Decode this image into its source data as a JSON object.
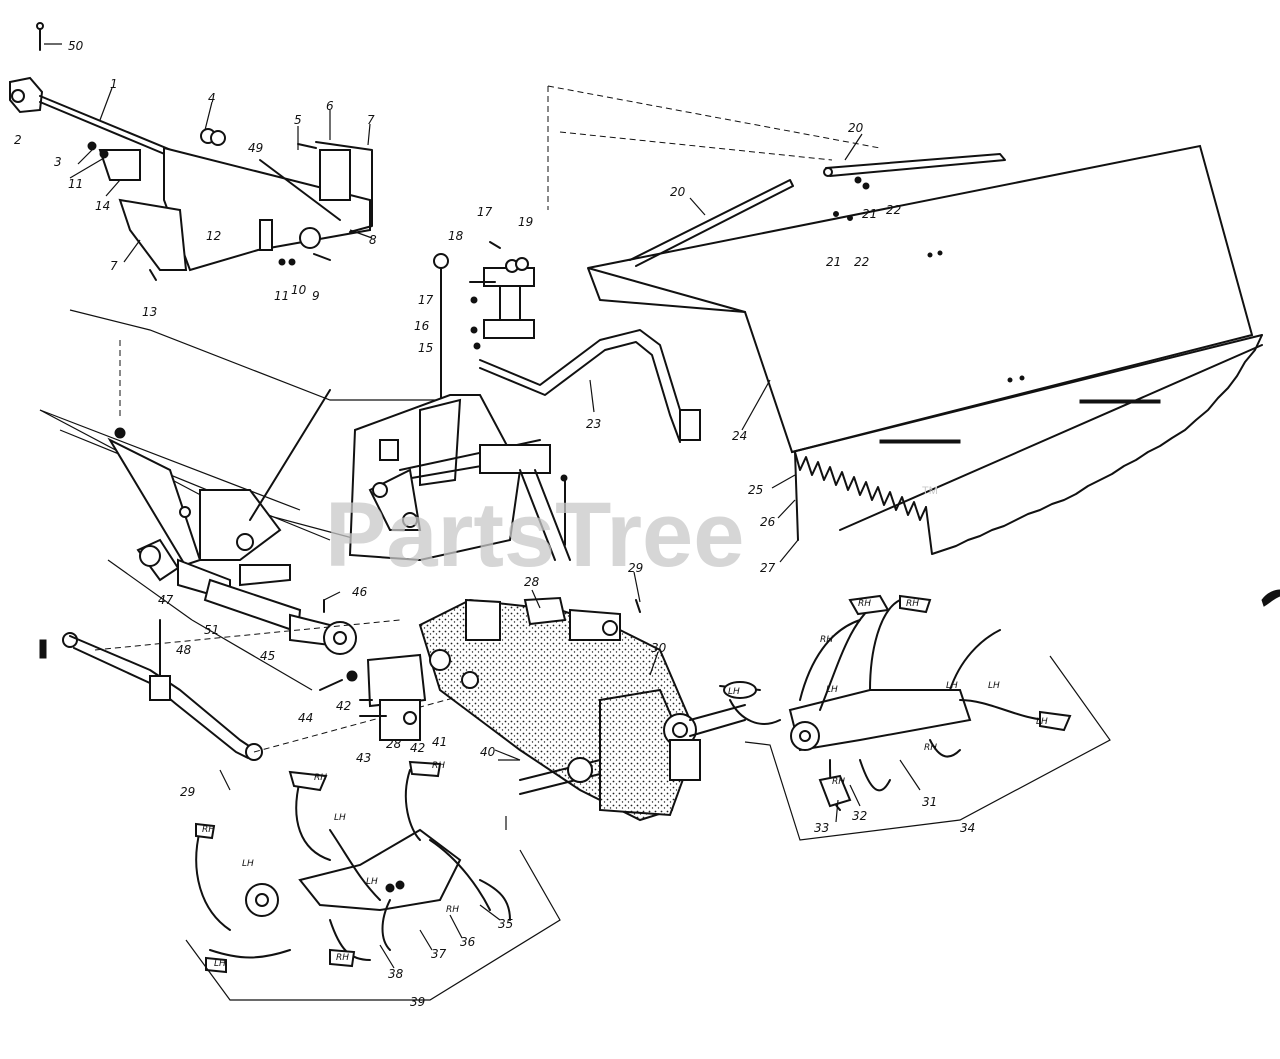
{
  "watermark": {
    "text": "PartsTree",
    "trademark": "TM"
  },
  "callouts": [
    "1",
    "2",
    "3",
    "4",
    "5",
    "6",
    "7",
    "7",
    "8",
    "9",
    "10",
    "11",
    "11",
    "12",
    "13",
    "14",
    "15",
    "16",
    "17",
    "17",
    "18",
    "19",
    "20",
    "20",
    "21",
    "21",
    "22",
    "22",
    "23",
    "24",
    "25",
    "26",
    "27",
    "28",
    "28",
    "29",
    "29",
    "30",
    "31",
    "32",
    "33",
    "34",
    "35",
    "36",
    "37",
    "38",
    "39",
    "40",
    "41",
    "42",
    "42",
    "43",
    "44",
    "45",
    "46",
    "47",
    "48",
    "49",
    "50",
    "51"
  ],
  "tine_marks": [
    "RH",
    "RH",
    "LH",
    "LH",
    "RH",
    "LH",
    "RH",
    "LH",
    "RH",
    "LH",
    "RH",
    "RH",
    "LH",
    "RH",
    "LH",
    "LH",
    "RH",
    "LH",
    "RH"
  ]
}
